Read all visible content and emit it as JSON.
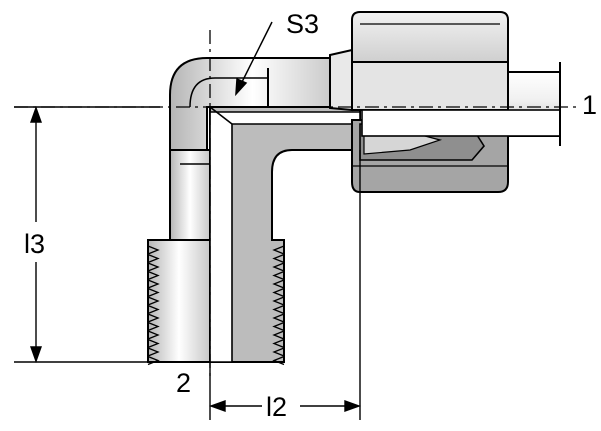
{
  "labels": {
    "s3": "S3",
    "port_1": "1",
    "port_2": "2",
    "dim_l2": "l2",
    "dim_l3": "l3"
  },
  "colors": {
    "stroke": "#000000",
    "body_fill": "#dcdcdc",
    "section_fill": "#b9b9b9",
    "shadow_fill": "#9a9a9a",
    "bore_fill": "#ffffff",
    "background": "#ffffff"
  }
}
